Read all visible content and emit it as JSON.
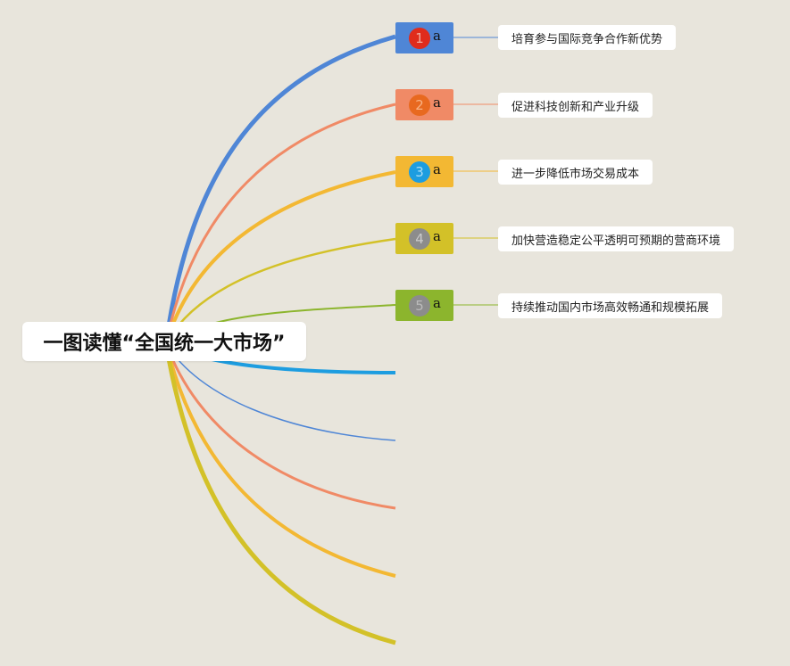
{
  "root": {
    "title": "一图读懂“全国统一大市场”"
  },
  "topics": [
    {
      "number": "1",
      "letter": "a",
      "text": "培育参与国际竞争合作新优势",
      "box_color": "#4f86d6",
      "badge_color": "#e02c1c",
      "number_color": "#f0aa9e",
      "line_color": "#4f86d6"
    },
    {
      "number": "2",
      "letter": "a",
      "text": "促进科技创新和产业升级",
      "box_color": "#f08a66",
      "badge_color": "#e8691f",
      "number_color": "#f8b284",
      "line_color": "#f08a66"
    },
    {
      "number": "3",
      "letter": "a",
      "text": "进一步降低市场交易成本",
      "box_color": "#f3b833",
      "badge_color": "#1d9de0",
      "number_color": "#a9dcf5",
      "line_color": "#f3b833"
    },
    {
      "number": "4",
      "letter": "a",
      "text": "加快营造稳定公平透明可预期的营商环境",
      "box_color": "#d3c128",
      "badge_color": "#8c8c8c",
      "number_color": "#cccccc",
      "line_color": "#d3c128"
    },
    {
      "number": "5",
      "letter": "a",
      "text": "持续推动国内市场高效畅通和规模拓展",
      "box_color": "#8cb52d",
      "badge_color": "#8c8c8c",
      "number_color": "#bbbbbb",
      "line_color": "#8cb52d"
    }
  ],
  "lower_branch_colors": [
    "#1d9de0",
    "#4f86d6",
    "#f08a66",
    "#f3b833",
    "#d3c128"
  ]
}
